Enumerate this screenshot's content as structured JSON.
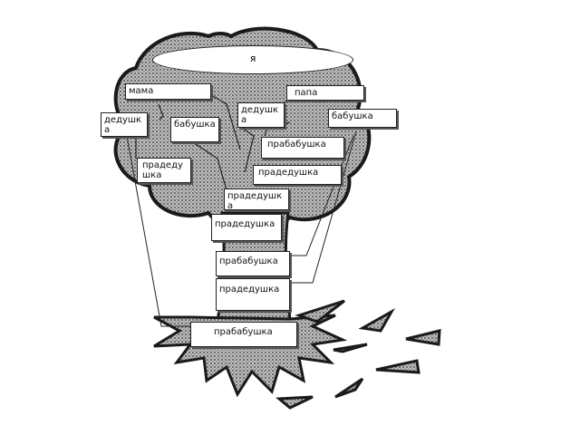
{
  "root": {
    "label": "я"
  },
  "nodes": {
    "mama": "мама",
    "papa": "папа",
    "ded_left": "дедушка",
    "babushka_mama": "бабушка",
    "ded_right": "дедушка",
    "babushka_right": "бабушка",
    "prababushka_1": "прабабушка",
    "pradedushka_left": "прадедушка",
    "pradedushka_right": "прадедушка",
    "pradedushka_mid": "прадедушка",
    "pradedushka_trunk1": "прадедушка",
    "prababushka_trunk": "прабабушка",
    "pradedushka_trunk2": "прадедушка",
    "prababushka_root": "прабабушка"
  },
  "colors": {
    "ink": "#1a1a1a",
    "foliage": "#8c8c8c",
    "paper": "#ffffff"
  }
}
